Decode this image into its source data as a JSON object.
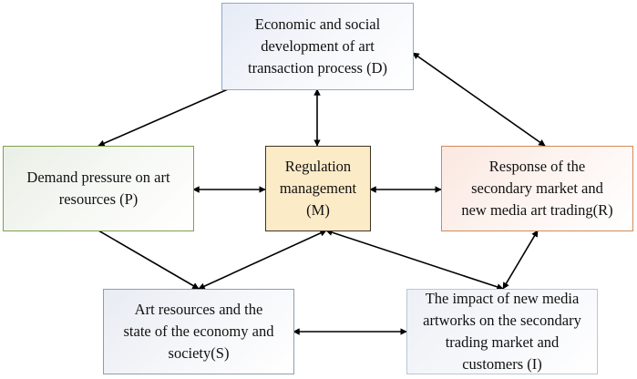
{
  "nodes": {
    "d": {
      "id": "D",
      "lines": [
        "Economic and social",
        "development of art",
        "transaction process (D)"
      ]
    },
    "p": {
      "id": "P",
      "lines": [
        "Demand pressure on art",
        "resources (P)"
      ]
    },
    "m": {
      "id": "M",
      "lines": [
        "Regulation",
        "management",
        "(M)"
      ]
    },
    "r": {
      "id": "R",
      "lines": [
        "Response of the",
        "secondary market and",
        "new media art trading(R)"
      ]
    },
    "s": {
      "id": "S",
      "lines": [
        "Art resources and the",
        "state of the economy and",
        "society(S)"
      ]
    },
    "i": {
      "id": "I",
      "lines": [
        "The impact of new media",
        "artworks on the secondary",
        "trading market and",
        "customers (I)"
      ]
    }
  },
  "edges": [
    {
      "from": "D",
      "to": "P",
      "direction": "one-way"
    },
    {
      "from": "D",
      "to": "M",
      "direction": "two-way"
    },
    {
      "from": "D",
      "to": "R",
      "direction": "two-way"
    },
    {
      "from": "P",
      "to": "M",
      "direction": "two-way"
    },
    {
      "from": "M",
      "to": "R",
      "direction": "two-way"
    },
    {
      "from": "P",
      "to": "S",
      "direction": "one-way"
    },
    {
      "from": "M",
      "to": "S",
      "direction": "two-way"
    },
    {
      "from": "M",
      "to": "I",
      "direction": "two-way"
    },
    {
      "from": "R",
      "to": "I",
      "direction": "two-way"
    },
    {
      "from": "S",
      "to": "I",
      "direction": "two-way"
    }
  ],
  "colors": {
    "edge": "#000000",
    "regulation_fill": "#FCEBC7",
    "pressure_border": "#7FA04E",
    "response_border": "#D08A5A",
    "driver_border": "#8EA9C8"
  }
}
